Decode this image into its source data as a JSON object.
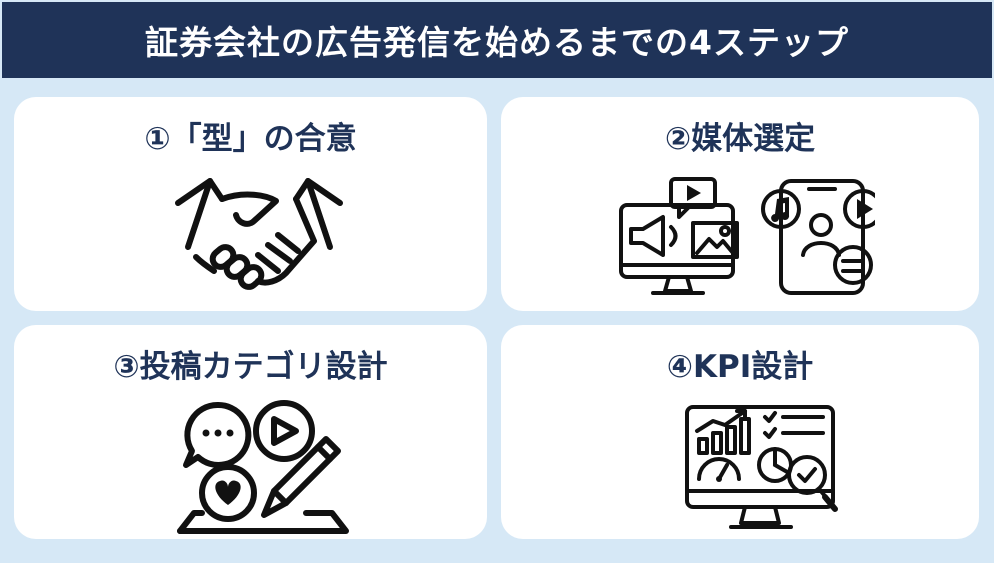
{
  "title": "証券会社の広告発信を始めるまでの4ステップ",
  "steps": [
    {
      "label": "①「型」の合意",
      "icon": "handshake-icon"
    },
    {
      "label": "②媒体選定",
      "icon": "media-devices-icon"
    },
    {
      "label": "③投稿カテゴリ設計",
      "icon": "content-category-icon"
    },
    {
      "label": "④KPI設計",
      "icon": "kpi-dashboard-icon"
    }
  ],
  "colors": {
    "header_bg": "#1f3358",
    "page_bg": "#d6e8f6",
    "card_bg": "#ffffff",
    "label_text": "#1f3358"
  }
}
